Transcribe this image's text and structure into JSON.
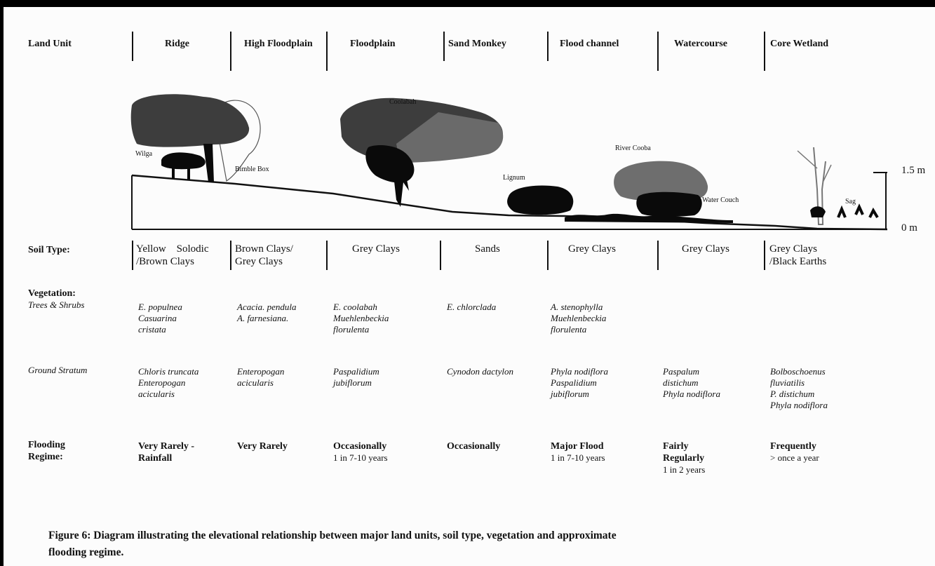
{
  "caption": {
    "line1": "Figure 6:  Diagram illustrating the elevational relationship between major land units, soil type, vegetation and approximate",
    "line2": "flooding regime."
  },
  "land_unit": {
    "label": "Land Unit",
    "units": [
      "Ridge",
      "High Floodplain",
      "Floodplain",
      "Sand Monkey",
      "Flood channel",
      "Watercourse",
      "Core Wetland"
    ]
  },
  "profile": {
    "scale_top": "1.5 m",
    "scale_bottom": "0 m",
    "plants": {
      "wilga": "Wilga",
      "bimble_box": "Bimble Box",
      "coolabah": "Coolabah",
      "lignum": "Lignum",
      "river_cooba": "River Cooba",
      "water_couch": "Water Couch",
      "sag": "Sag"
    }
  },
  "soil_type": {
    "label": "Soil Type:",
    "values": [
      "Yellow    Solodic\n/Brown Clays",
      "Brown Clays/\nGrey Clays",
      "Grey Clays",
      "Sands",
      "Grey Clays",
      "Grey Clays",
      "Grey Clays\n/Black Earths"
    ]
  },
  "vegetation": {
    "label": "Vegetation:",
    "trees_label": "Trees & Shrubs",
    "ground_label": "Ground Stratum",
    "trees": [
      "E. populnea\nCasuarina\ncristata",
      "Acacia. pendula\nA. farnesiana.",
      "E. coolabah\nMuehlenbeckia\nflorulenta",
      "E. chlorclada",
      "A. stenophylla\nMuehlenbeckia\nflorulenta",
      "",
      ""
    ],
    "ground": [
      "Chloris truncata\nEnteropogan\nacicularis",
      "Enteropogan\nacicularis",
      "Paspalidium\njubiflorum",
      "Cynodon dactylon",
      "Phyla nodiflora\nPaspalidium\njubiflorum",
      "Paspalum\ndistichum\nPhyla nodiflora",
      "Bolboschoenus\nfluviatilis\nP. distichum\nPhyla nodiflora"
    ]
  },
  "flooding": {
    "label_line1": "Flooding",
    "label_line2": "Regime:",
    "main": [
      "Very Rarely -\nRainfall",
      "Very Rarely",
      "Occasionally",
      "Occasionally",
      "Major Flood",
      "Fairly\nRegularly",
      "Frequently"
    ],
    "sub": [
      "",
      "",
      "1 in 7-10 years",
      "",
      "1 in 7-10 years",
      "1 in 2 years",
      "> once a year"
    ]
  },
  "colors": {
    "canopy_dark": "#3d3d3d",
    "canopy_mid": "#555555",
    "canopy_light": "#888888",
    "trunk": "#0a0a0a",
    "black_frame": "#000000"
  }
}
